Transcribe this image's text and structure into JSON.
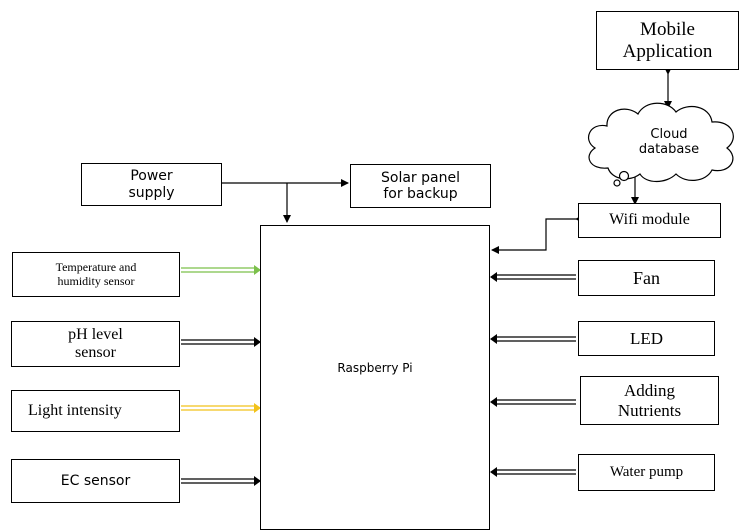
{
  "diagram": {
    "main": {
      "label": "Raspberry Pi"
    },
    "top": {
      "power_supply": "Power\nsupply",
      "solar_panel": "Solar panel\nfor backup"
    },
    "cloud": {
      "mobile_application": "Mobile\nApplication",
      "cloud_database": "Cloud\ndatabase",
      "wifi_module": "Wifi module"
    },
    "inputs": [
      {
        "label": "Temperature and\nhumidity sensor",
        "arrow_color": "#7cc04b"
      },
      {
        "label": "pH level\nsensor",
        "arrow_color": "#000000"
      },
      {
        "label": "Light intensity",
        "arrow_color": "#f2c21a"
      },
      {
        "label": "EC sensor",
        "arrow_color": "#000000"
      }
    ],
    "outputs": [
      {
        "label": "Fan"
      },
      {
        "label": "LED"
      },
      {
        "label": "Adding\nNutrients"
      },
      {
        "label": "Water pump"
      }
    ]
  }
}
